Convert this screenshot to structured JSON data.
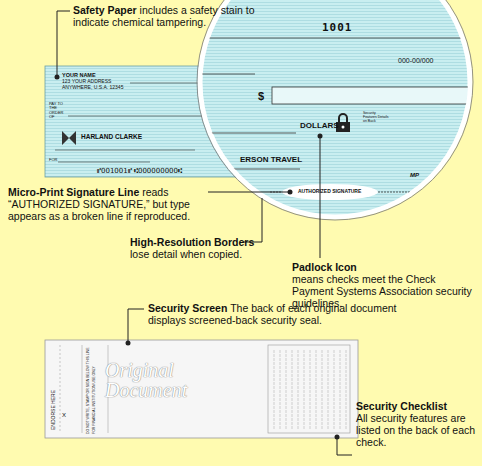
{
  "diagram": {
    "nodes": [
      {
        "text": [
          "YOUR NAME",
          "123 YOUR ADDRESS",
          "ANYWHERE, U.S.A. 12345",
          "PAY TO THE ORDER OF",
          "HARLAND CLARKE",
          "FOR",
          "⑈001001⑈ ⑆000000000⑆"
        ]
      },
      {
        "text": [
          "1001",
          "000-00/000",
          "$",
          "DOLLARS",
          "Security Features Details on Back",
          "ERSON TRAVEL",
          "AUTHORIZED SIGNATURE",
          "MP"
        ]
      },
      {
        "text": [
          "ENDORSE HERE",
          "X",
          "DO NOT WRITE, STAMP OR SIGN BELOW THIS LINE",
          "FOR FINANCIAL INSTITUTION USE ONLY",
          "Original Document"
        ]
      }
    ],
    "labels": [
      "Safety Paper",
      "includes a safety stain to indicate chemical tampering.",
      "Micro-Print Signature Line",
      "reads “AUTHORIZED SIGNATURE,” but type appears as a broken line if reproduced.",
      "High-Resolution Borders",
      "lose detail when copied.",
      "Padlock Icon",
      "means checks meet the Check Payment Systems Association security guidelines.",
      "Security Screen",
      "The back of each original document displays screened-back security seal.",
      "Security Checklist",
      "All security features are listed on the back of each check."
    ]
  }
}
